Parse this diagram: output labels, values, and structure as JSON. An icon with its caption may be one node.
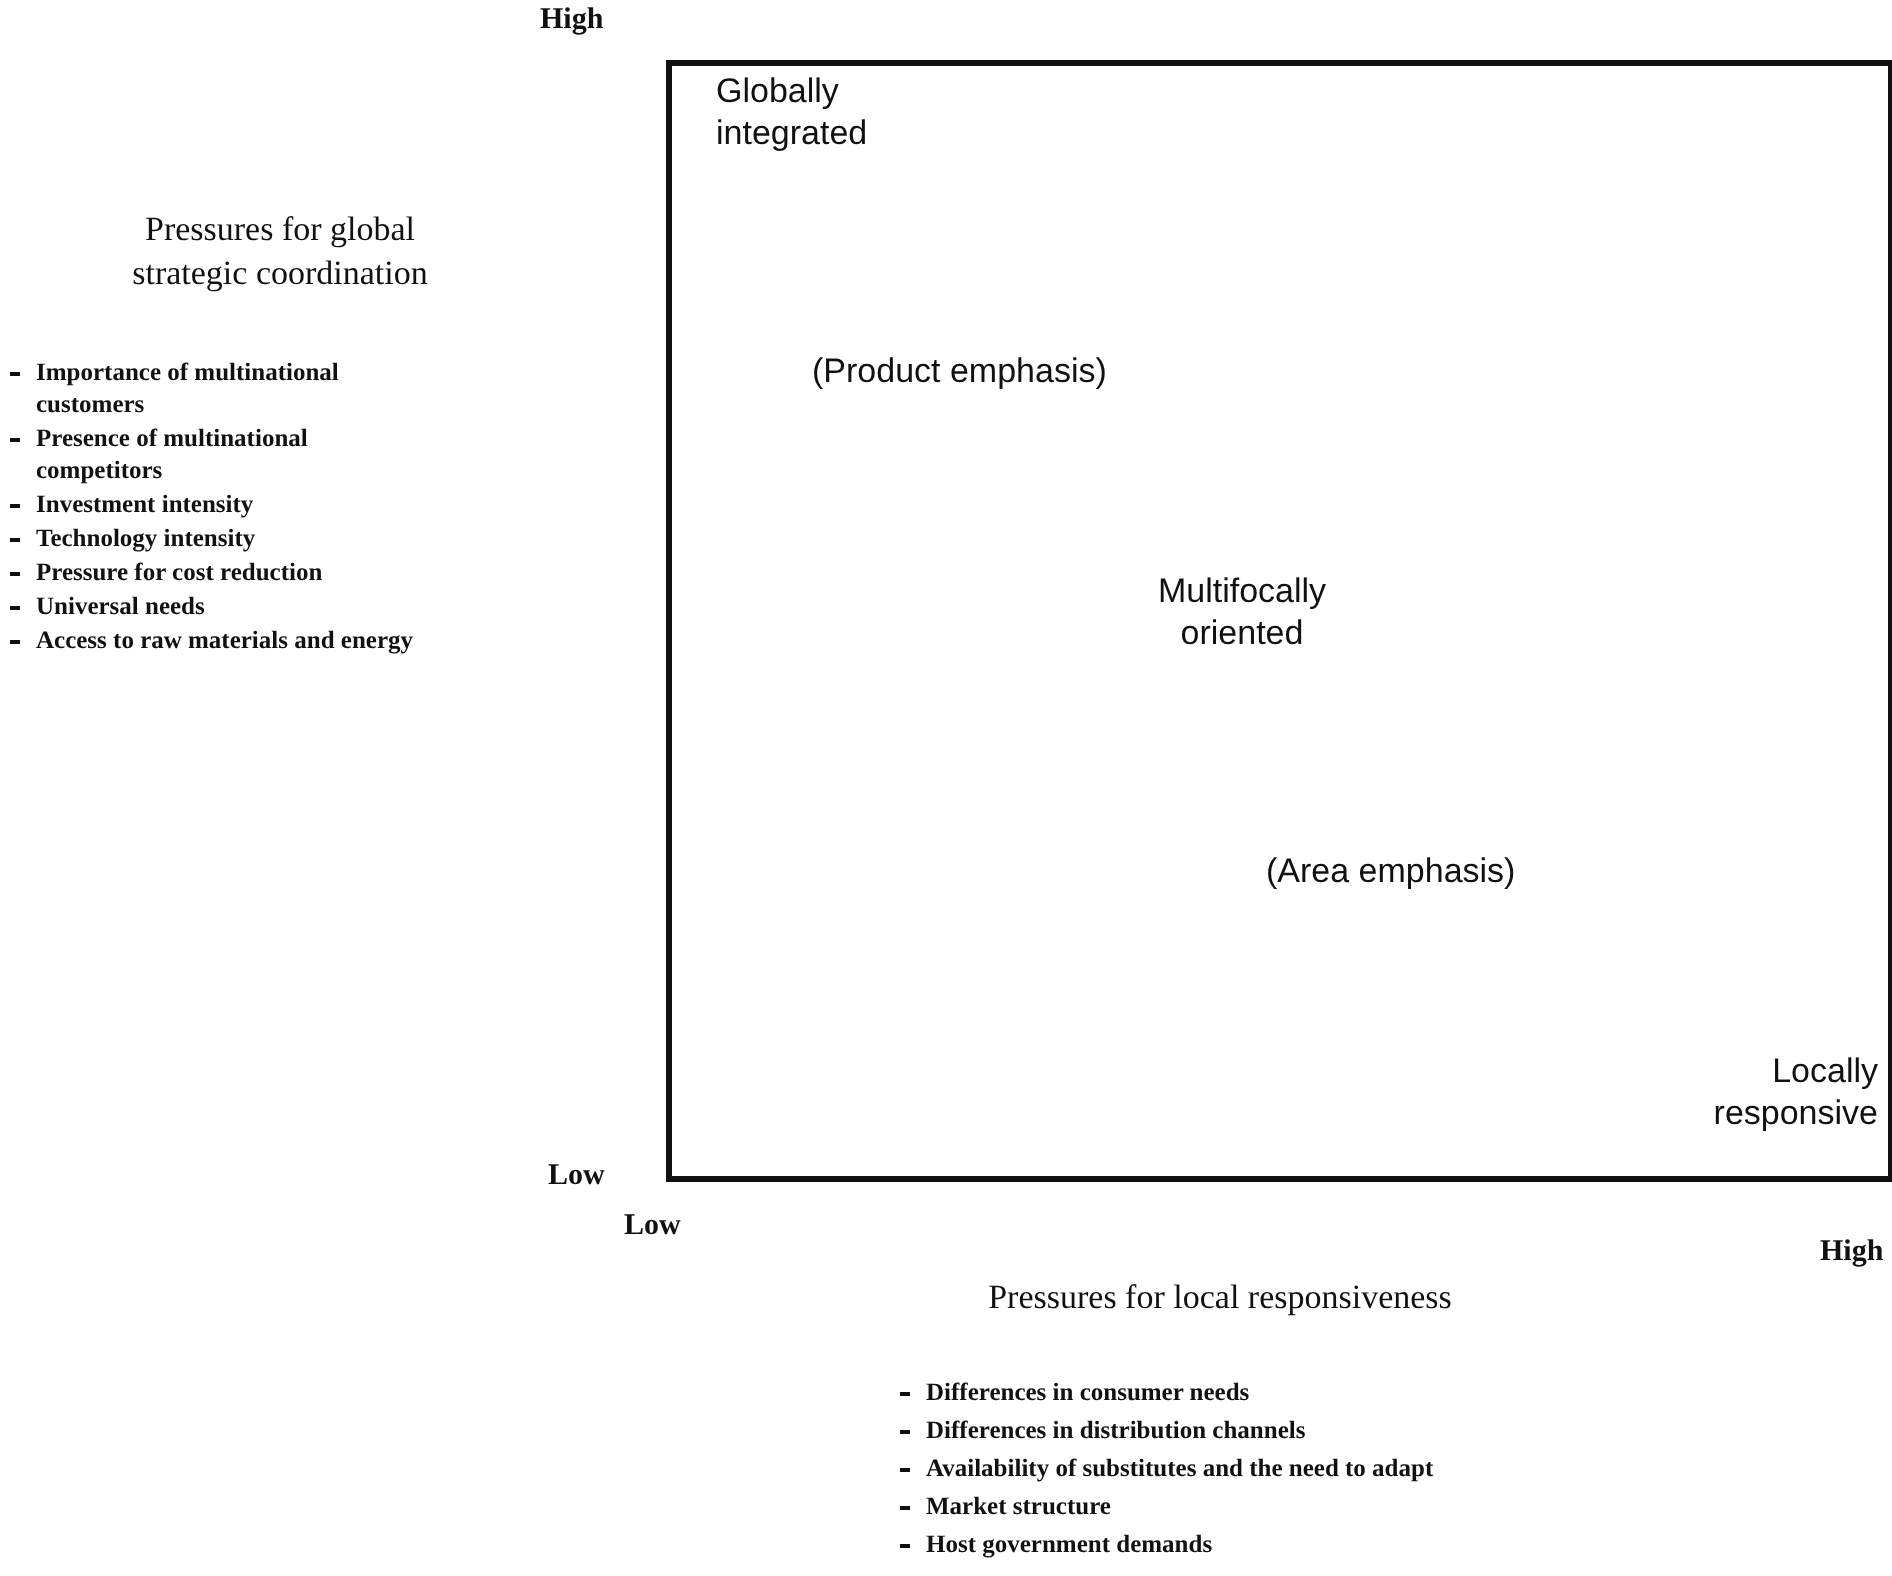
{
  "diagram": {
    "nodes": [
      {
        "text": [
          "Globally integrated",
          "(Product emphasis)",
          "Multifocally oriented",
          "(Area emphasis)",
          "Locally responsive"
        ]
      }
    ],
    "edges": [],
    "labels": [
      "High",
      "Pressures for global strategic coordination",
      "Importance of multinational customers",
      "Presence of multinational competitors",
      "Investment intensity",
      "Technology intensity",
      "Pressure for cost reduction",
      "Universal needs",
      "Access to raw materials and energy",
      "Low",
      "Low",
      "High",
      "Pressures for local responsiveness",
      "Differences in consumer needs",
      "Differences in distribution channels",
      "Availability of substitutes and the need to adapt",
      "Market structure",
      "Host government demands"
    ]
  }
}
